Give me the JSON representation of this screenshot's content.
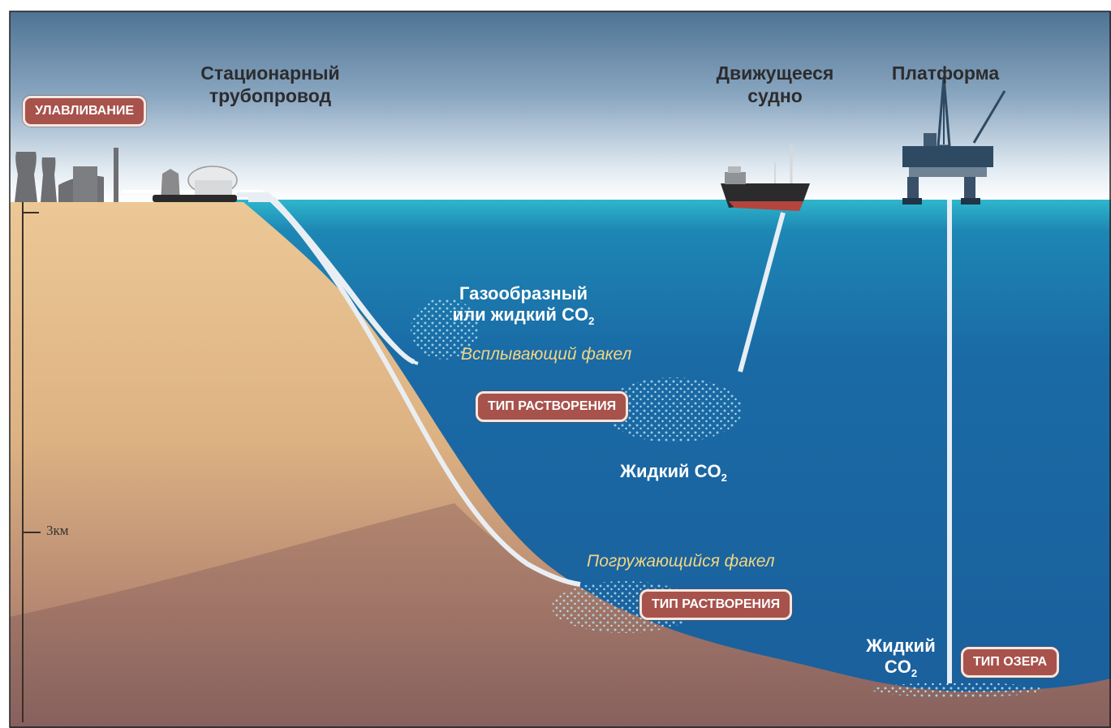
{
  "labels": {
    "pipeline": [
      "Стационарный",
      "трубопровод"
    ],
    "ship": [
      "Движущееся",
      "судно"
    ],
    "platform": "Платформа",
    "gaseous_or_liquid": [
      "Газообразный",
      "или жидкий CO",
      "2"
    ],
    "liquid_co2_mid": [
      "Жидкий CO",
      "2"
    ],
    "liquid_co2_bottom": [
      "Жидкий",
      "CO",
      "2"
    ],
    "rising_plume": "Всплывающий факел",
    "sinking_plume": "Погружающийся факел",
    "depth_scale": "3км"
  },
  "badges": {
    "capture": "УЛАВЛИВАНИЕ",
    "dissolution_1": "ТИП РАСТВОРЕНИЯ",
    "dissolution_2": "ТИП РАСТВОРЕНИЯ",
    "lake": "ТИП ОЗЕРА"
  },
  "colors": {
    "sky_top": "#4d7394",
    "sea": "#1a66a3",
    "land": "#e3b886",
    "seabed": "#8d6560",
    "badge": "#a8524c",
    "plume_text": "#f2d583"
  }
}
